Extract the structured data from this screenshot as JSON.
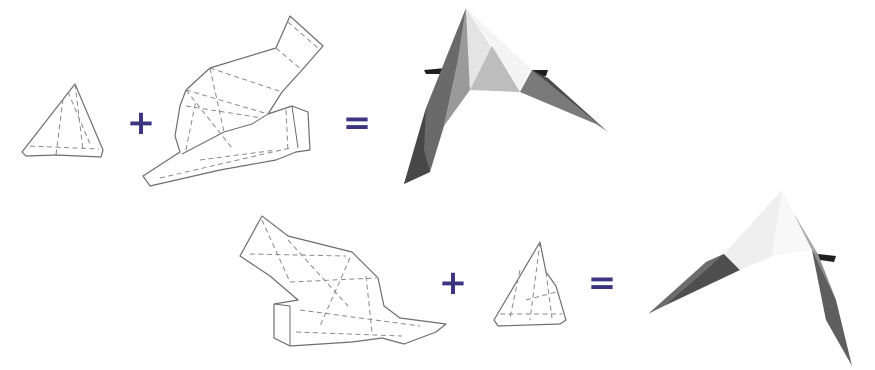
{
  "equations": [
    {
      "operator_plus": "+",
      "operator_equals": "=",
      "parts": [
        "small-tab-net",
        "large-body-net"
      ],
      "result": "folded-wing-right"
    },
    {
      "operator_plus": "+",
      "operator_equals": "=",
      "parts": [
        "large-body-net",
        "small-tab-net"
      ],
      "result": "folded-wing-left"
    }
  ],
  "colors": {
    "operator": "#3b3480",
    "outline": "#6e6e6e",
    "fold_line": "#8a8a8a",
    "shade_dark": "#5a5a5a",
    "shade_mid": "#8c8c8c",
    "shade_light": "#dcdcdc"
  }
}
